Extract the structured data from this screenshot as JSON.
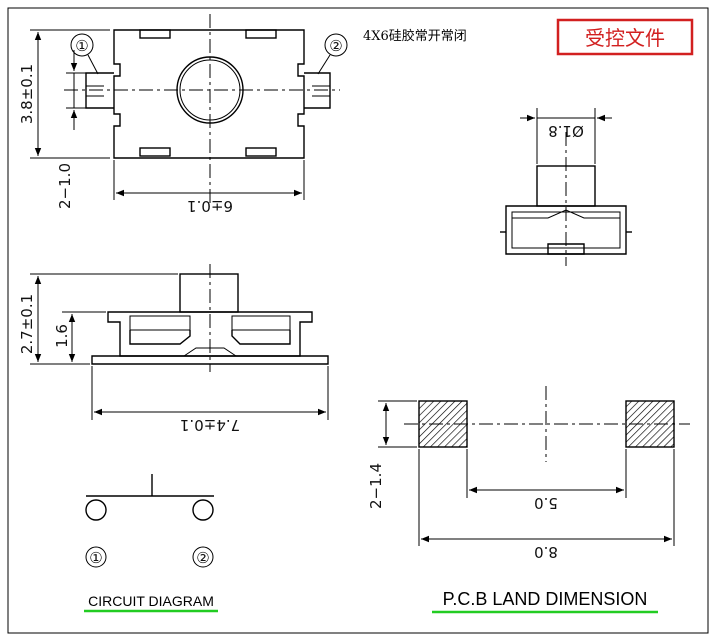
{
  "header": {
    "title": "4X6硅胶常开常闭",
    "stamp": "受控文件"
  },
  "top_view": {
    "pin1": "①",
    "pin2": "②",
    "dim_height": "3.8±0.1",
    "dim_pin_offset": "2−1.0",
    "dim_width": "6±0.1"
  },
  "side_view": {
    "dim_total_height": "2.7±0.1",
    "dim_body_height": "1.6",
    "dim_length": "7.4±0.1"
  },
  "end_view": {
    "dim_actuator_dia": "Ø1.8"
  },
  "pcb": {
    "dim_pad": "2−1.4",
    "dim_inner": "5.0",
    "dim_outer": "8.0",
    "caption": "P.C.B LAND DIMENSION"
  },
  "circuit": {
    "pin1": "①",
    "pin2": "②",
    "caption": "CIRCUIT DIAGRAM"
  },
  "colors": {
    "stamp": "#d22020",
    "caption_underline": "#22cc22"
  }
}
